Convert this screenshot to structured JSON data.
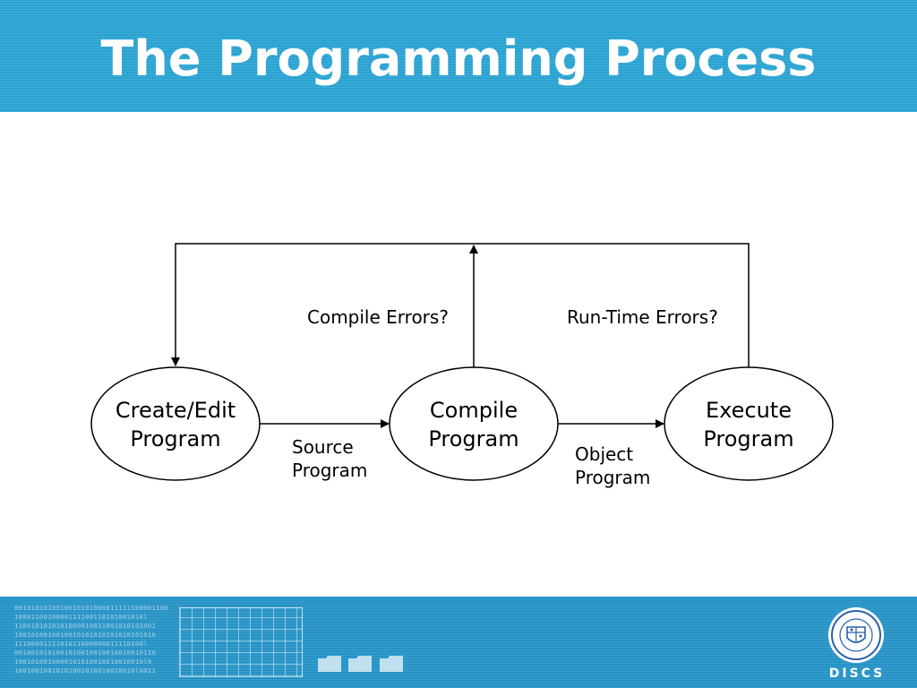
{
  "slide": {
    "title": "The Programming Process"
  },
  "diagram": {
    "nodes": [
      {
        "id": "create",
        "line1": "Create/Edit",
        "line2": "Program"
      },
      {
        "id": "compile",
        "line1": "Compile",
        "line2": "Program"
      },
      {
        "id": "execute",
        "line1": "Execute",
        "line2": "Program"
      }
    ],
    "edges": [
      {
        "from": "create",
        "to": "compile",
        "line1": "Source",
        "line2": "Program"
      },
      {
        "from": "compile",
        "to": "execute",
        "line1": "Object",
        "line2": "Program"
      }
    ],
    "feedback": [
      {
        "from": "compile",
        "label": "Compile Errors?"
      },
      {
        "from": "execute",
        "label": "Run-Time Errors?"
      }
    ]
  },
  "footer": {
    "logo_text": "DISCS"
  },
  "colors": {
    "title_bar": "#2aa3d2",
    "footer_bar": "#2793c6",
    "title_text": "#ffffff",
    "diagram_stroke": "#000000"
  }
}
